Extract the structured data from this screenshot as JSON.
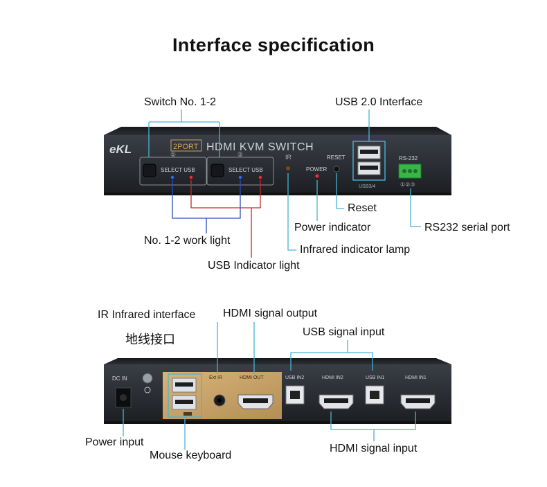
{
  "title": "Interface specification",
  "front": {
    "callouts": {
      "switch": "Switch No. 1-2",
      "usb_interface": "USB 2.0 Interface",
      "reset": "Reset",
      "power_indicator": "Power indicator",
      "rs232": "RS232 serial port",
      "work_light": "No. 1-2 work light",
      "infrared_lamp": "Infrared indicator lamp",
      "usb_indicator": "USB Indicator light"
    },
    "panel": {
      "brand": "eKL",
      "port_badge": "2PORT",
      "product_name": "HDMI KVM SWITCH",
      "port1_number": "①",
      "port2_number": "②",
      "select_usb_1": "SELECT USB",
      "select_usb_2": "SELECT USB",
      "ir": "IR",
      "power": "POWER",
      "reset": "RESET",
      "usb34": "USB3/4",
      "rs232": "RS-232",
      "rs232_pins": "①②③"
    }
  },
  "back": {
    "callouts": {
      "ir_interface": "IR Infrared interface",
      "hdmi_output": "HDMI signal output",
      "ground": "地线接口",
      "usb_input": "USB signal input",
      "power_input": "Power input",
      "mouse_keyboard": "Mouse keyboard",
      "hdmi_input": "HDMI signal input"
    },
    "panel": {
      "dc_in": "DC IN",
      "ext_ir": "Ext IR",
      "hdmi_out": "HDMI OUT",
      "usb_in2": "USB IN2",
      "hdmi_in2": "HDMI IN2",
      "usb_in1": "USB IN1",
      "hdmi_in1": "HDMI IN1"
    }
  },
  "colors": {
    "callout_line": "#46b4d6",
    "red_line": "#c62a2a",
    "blue_line": "#2a4fc4",
    "panel_body": "#2a2d33",
    "gold_plate": "#c8a46a",
    "led_blue": "#2a6cff",
    "led_red": "#ff2a2a",
    "terminal_green": "#3ab54a"
  }
}
